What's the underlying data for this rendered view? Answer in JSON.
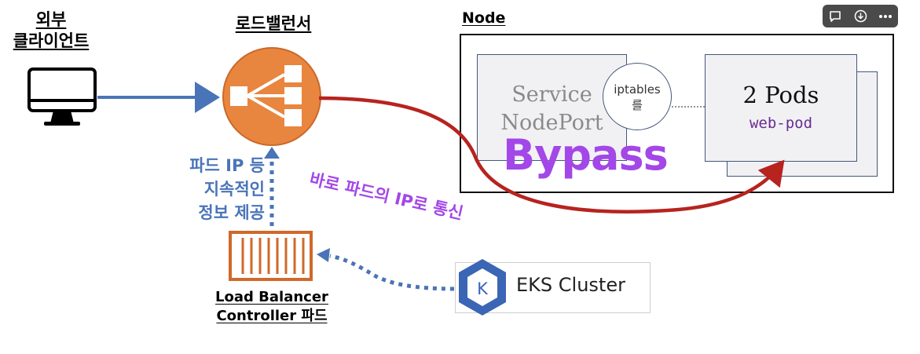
{
  "titles": {
    "client_line1": "외부",
    "client_line2": "클라이언트",
    "load_balancer": "로드밸런서",
    "node": "Node",
    "controller_line1": "Load Balancer",
    "controller_line2": "Controller 파드"
  },
  "node": {
    "service_line1": "Service",
    "service_line2": "NodePort",
    "iptables_line1": "iptables",
    "iptables_line2": "를",
    "pods_label": "2 Pods",
    "pod_name": "web-pod"
  },
  "overlay": {
    "bypass": "Bypass",
    "direct_route": "바로 파드의 IP로 통신"
  },
  "info": {
    "line1": "파드 IP 등",
    "line2": "지속적인",
    "line3": "정보 제공"
  },
  "eks": {
    "logo_letter": "K",
    "label": "EKS Cluster"
  },
  "toolbar": {
    "comment_icon": "comment-icon",
    "download_icon": "download-icon",
    "more_icon": "more-icon"
  },
  "colors": {
    "blue_arrow": "#4a74b8",
    "red_arrow": "#b7231f",
    "lb_orange": "#e8853f",
    "controller_orange": "#d0692a",
    "purple": "#a347e8",
    "eks_blue": "#3b65b5"
  }
}
